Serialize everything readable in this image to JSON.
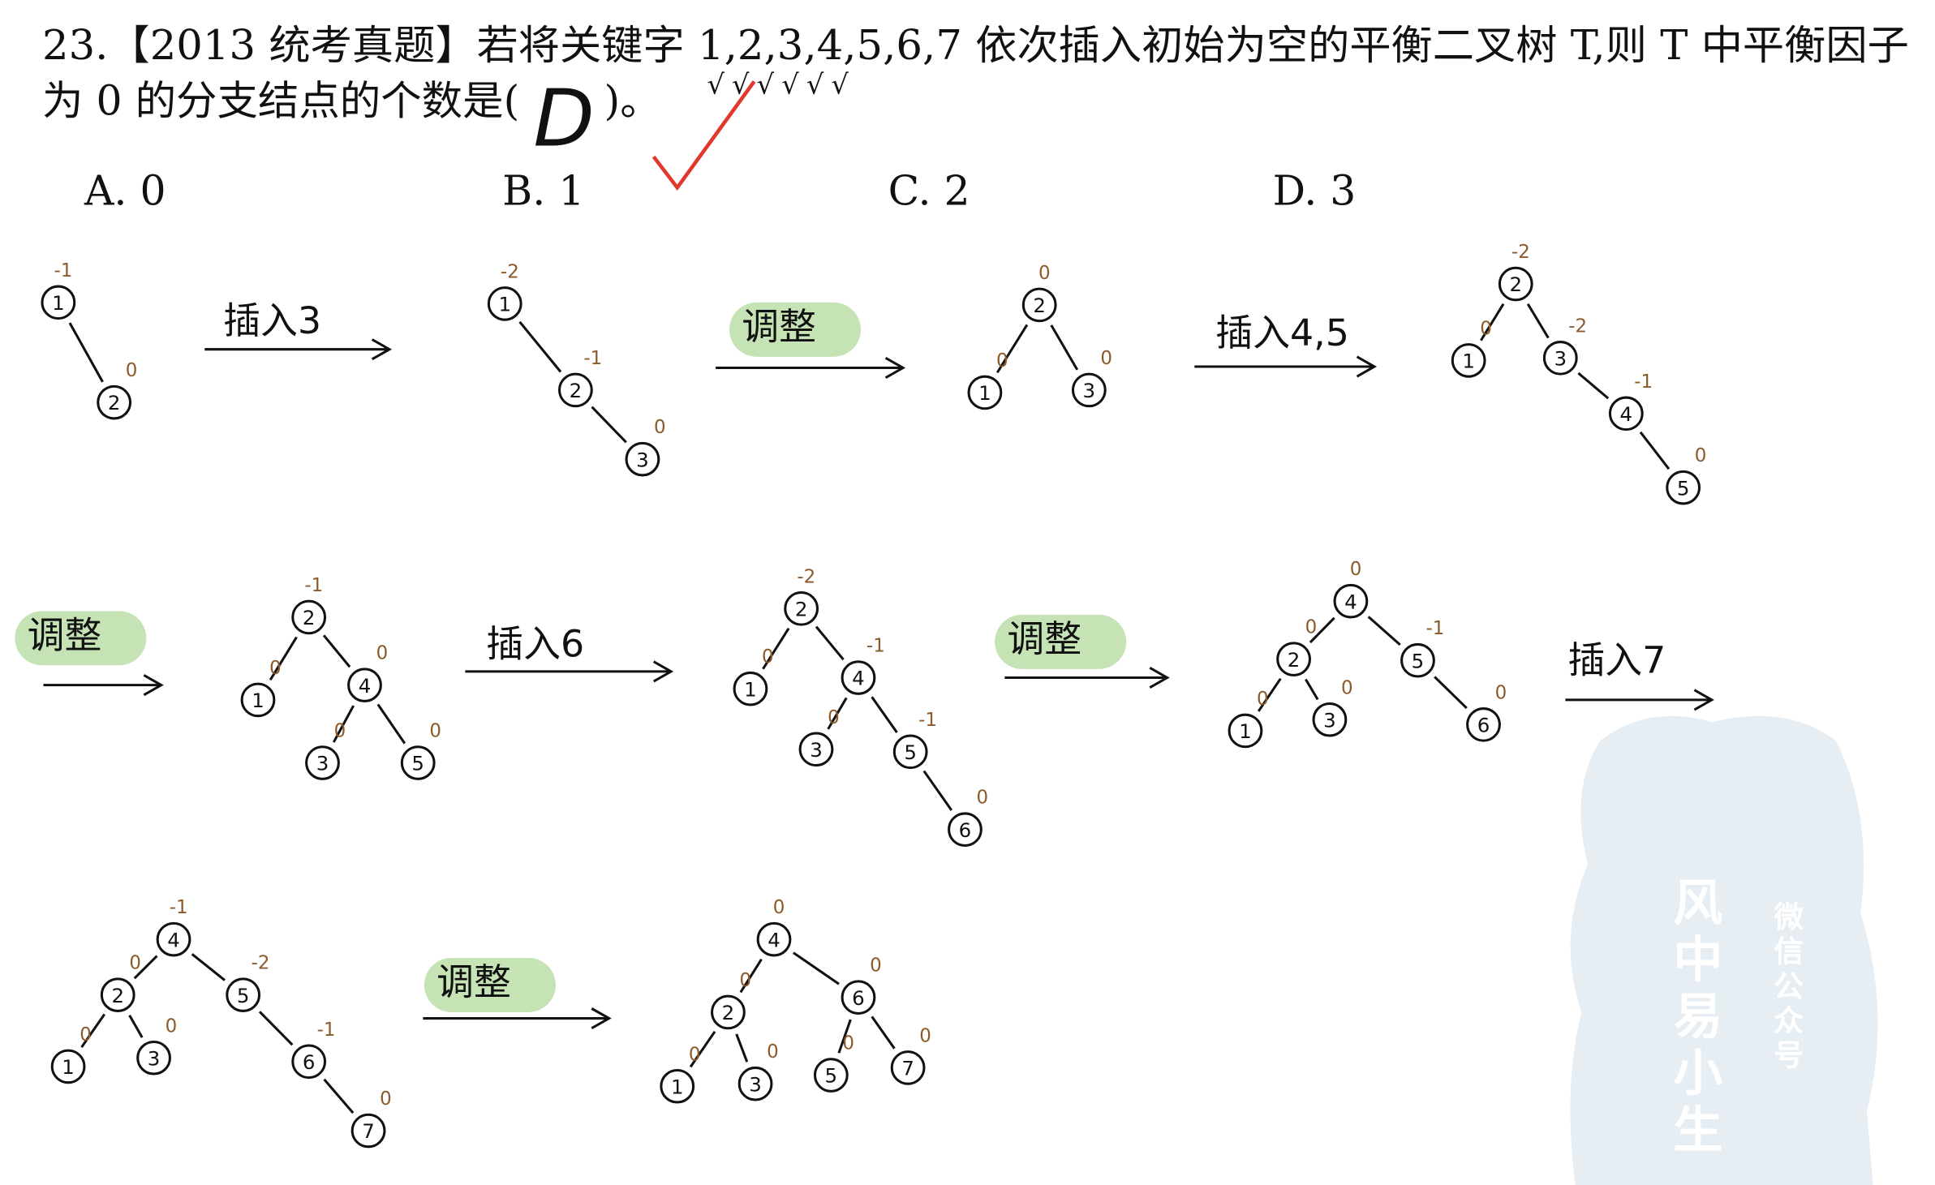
{
  "question": {
    "line1": "23.【2013  统考真题】若将关键字 1,2,3,4,5,6,7 依次插入初始为空的平衡二叉树 T,则 T 中平衡因子",
    "line2": "为 0 的分支结点的个数是(",
    "line2_end": ")。",
    "answer": "D",
    "check_marks": "√√√√√√",
    "options": [
      "A. 0",
      "B. 1",
      "C. 2",
      "D. 3"
    ]
  },
  "steps": [
    "插入3",
    "调整",
    "插入4,5",
    "调整",
    "插入6",
    "调整",
    "插入7",
    "调整"
  ],
  "colors": {
    "highlight": "#c6e3b5",
    "balance_factor": "#8b5a2b",
    "check": "#e0392b"
  },
  "trees": [
    {
      "nodes": [
        {
          "value": "1",
          "bf": "-1"
        },
        {
          "value": "2",
          "bf": "0"
        }
      ]
    },
    {
      "nodes": [
        {
          "value": "1",
          "bf": "-2"
        },
        {
          "value": "2",
          "bf": "-1"
        },
        {
          "value": "3",
          "bf": "0"
        }
      ]
    },
    {
      "nodes": [
        {
          "value": "2",
          "bf": "0"
        },
        {
          "value": "1",
          "bf": "0"
        },
        {
          "value": "3",
          "bf": "0"
        }
      ]
    },
    {
      "nodes": [
        {
          "value": "2",
          "bf": "-2"
        },
        {
          "value": "1",
          "bf": "0"
        },
        {
          "value": "3",
          "bf": "-2"
        },
        {
          "value": "4",
          "bf": "-1"
        },
        {
          "value": "5",
          "bf": "0"
        }
      ]
    },
    {
      "nodes": [
        {
          "value": "2",
          "bf": "-1"
        },
        {
          "value": "1",
          "bf": "0"
        },
        {
          "value": "4",
          "bf": "0"
        },
        {
          "value": "3",
          "bf": "0"
        },
        {
          "value": "5",
          "bf": "0"
        }
      ]
    },
    {
      "nodes": [
        {
          "value": "2",
          "bf": "-2"
        },
        {
          "value": "1",
          "bf": "0"
        },
        {
          "value": "4",
          "bf": "-1"
        },
        {
          "value": "3",
          "bf": "0"
        },
        {
          "value": "5",
          "bf": "-1"
        },
        {
          "value": "6",
          "bf": "0"
        }
      ]
    },
    {
      "nodes": [
        {
          "value": "4",
          "bf": "0"
        },
        {
          "value": "2",
          "bf": "0"
        },
        {
          "value": "5",
          "bf": "-1"
        },
        {
          "value": "1",
          "bf": "0"
        },
        {
          "value": "3",
          "bf": "0"
        },
        {
          "value": "6",
          "bf": "0"
        }
      ]
    },
    {
      "nodes": [
        {
          "value": "4",
          "bf": "-1"
        },
        {
          "value": "2",
          "bf": "0"
        },
        {
          "value": "5",
          "bf": "-2"
        },
        {
          "value": "1",
          "bf": "0"
        },
        {
          "value": "3",
          "bf": "0"
        },
        {
          "value": "6",
          "bf": "-1"
        },
        {
          "value": "7",
          "bf": "0"
        }
      ]
    },
    {
      "nodes": [
        {
          "value": "4",
          "bf": "0"
        },
        {
          "value": "2",
          "bf": "0"
        },
        {
          "value": "6",
          "bf": "0"
        },
        {
          "value": "1",
          "bf": "0"
        },
        {
          "value": "3",
          "bf": "0"
        },
        {
          "value": "5",
          "bf": "0"
        },
        {
          "value": "7",
          "bf": "0"
        }
      ]
    }
  ],
  "watermark": {
    "name": "风中易小生",
    "sub": "微信公众号"
  }
}
